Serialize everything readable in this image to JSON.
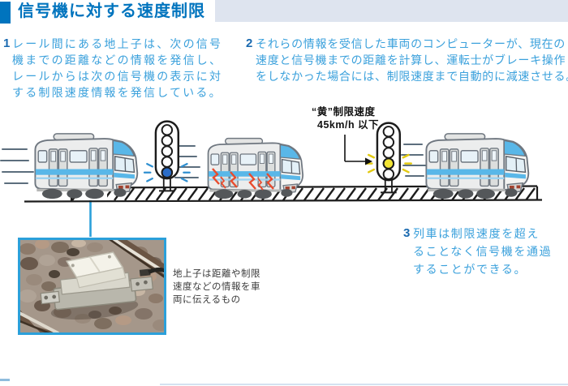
{
  "header": {
    "title": "信号機に対する速度制限"
  },
  "steps": [
    {
      "num": "1",
      "lines": [
        "レール間にある地上子は、次の信号",
        "機までの距離などの情報を発信し、",
        "レールからは次の信号機の表示に対",
        "する制限速度情報を発信している。"
      ]
    },
    {
      "num": "2",
      "lines": [
        "それらの情報を受信した車両のコンピューターが、現在の",
        "速度と信号機までの距離を計算し、運転士がブレーキ操作",
        "をしなかった場合には、制限速度まで自動的に減速させる。"
      ]
    },
    {
      "num": "3",
      "lines": [
        "列車は制限速度を超え",
        "ることなく信号機を通過",
        "することができる。"
      ]
    }
  ],
  "diagram": {
    "signal_label": {
      "line1": "“黄”制限速度",
      "line2": "45km/h 以下"
    },
    "signal_1_state": "青(進行)",
    "signal_2_state": "黄(注意)"
  },
  "photo_caption_lines": [
    "地上子は距離や制限",
    "速度などの情報を車",
    "両に伝えるもの"
  ],
  "colors": {
    "accent_blue": "#0074be",
    "body_text_blue": "#3ba1dc",
    "step_number_blue": "#1a6ab0",
    "photo_border_blue": "#2ba0da",
    "signal_yellow": "#f2e434",
    "signal_blue_light": "#2a6cc8",
    "brake_red": "#e84c2e",
    "train_stripe_blue": "#59b7e8"
  }
}
